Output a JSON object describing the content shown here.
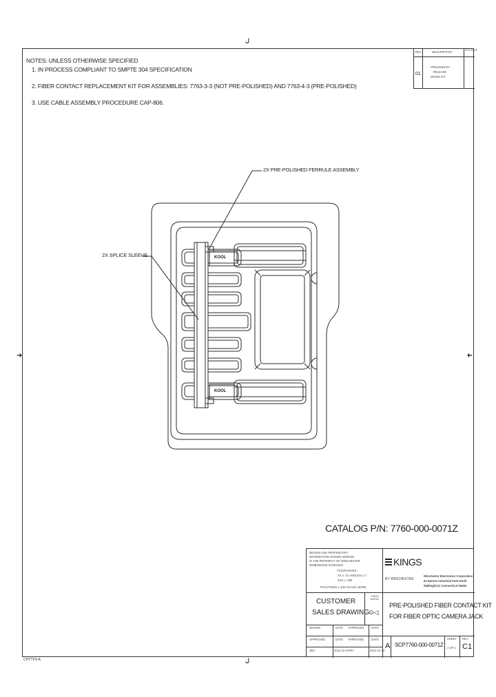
{
  "notes": {
    "title": "NOTES: UNLESS OTHERWISE SPECIFIED",
    "items": [
      "1. IN PROCESS COMPLIANT TO SMPTE 304 SPECIFICATION",
      "2. FIBER CONTACT REPLACEMENT KIT FOR ASSEMBLIES: 7763-3-3 (NOT PRE-POLISHED) AND 7763-4-3 (PRE-POLISHED)",
      "3. USE CABLE ASSEMBLY PROCEDURE CAP-806."
    ]
  },
  "revision_block": {
    "headers": [
      "REV",
      "DESCRIPTION",
      "ECO DATE"
    ],
    "rev": "01",
    "description_lines": [
      "PRELIMINARY",
      "RELEASE",
      "SPARE KIT"
    ]
  },
  "callouts": {
    "ferrule": "2X PRE-POLISHED FERRULE ASSEMBLY",
    "sleeve": "2X SPLICE SLEEVE",
    "spring_label": "KOOL"
  },
  "catalog": {
    "label": "CATALOG P/N: 7760-000-0071Z"
  },
  "title_block": {
    "proprietary_lines": [
      "DESIGN AND PROPRIETARY",
      "INFORMATION SHOWN HEREON",
      "IS THE PROPERTY OF WINCHESTER",
      "DIMENSIONS IN INCHES",
      "TOLERANCES:",
      ".XX ± .01   ANGLES ± 1°",
      ".XXX ± .005",
      "FRACTIONS ± 1/64   SCALE: NONE"
    ],
    "company_logo": "KINGS",
    "company_sub": "BY WINCHESTER",
    "address_lines": [
      "Winchester Electronics Corporation",
      "62 Barnes Industrial Park North",
      "Wallingford, Connecticut 06492"
    ],
    "customer": "CUSTOMER",
    "sales_drawing": "SALES DRAWING",
    "third_angle": "THIRD ANGLE",
    "title_lines": [
      "PRE-POLISHED FIBER CONTACT KIT",
      "FOR FIBER OPTIC CAMERA JACK"
    ],
    "sign_headers": [
      "DRAWN",
      "DATE",
      "APPROVED",
      "DATE"
    ],
    "sign_row2": [
      "APPROVED",
      "DATE",
      "APPROVED",
      "DATE"
    ],
    "sign_row3": [
      "JBH",
      "2012-12-10",
      "RH",
      "2012-12-10"
    ],
    "size": "A",
    "drawing_number": "SCP7760-000-0071Z",
    "sheet_label": "SHEET",
    "sheet_value": "1 OF 1",
    "rev_label": "REV",
    "rev_value": "C1"
  },
  "footer": {
    "code": "CHYTFS-A"
  }
}
